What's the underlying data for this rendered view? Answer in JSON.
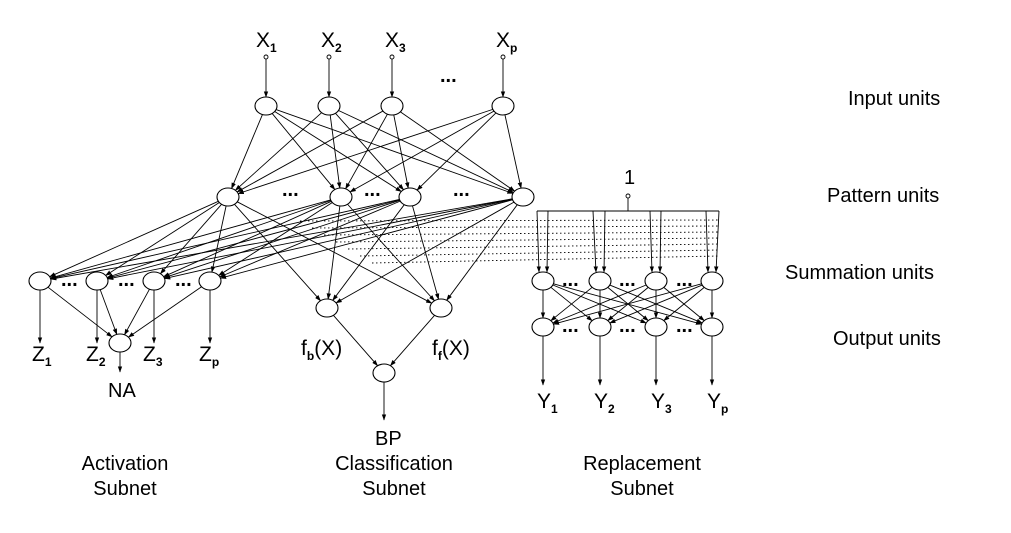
{
  "inputs": {
    "x": [
      {
        "base": "X",
        "sub": "1"
      },
      {
        "base": "X",
        "sub": "2"
      },
      {
        "base": "X",
        "sub": "3"
      },
      {
        "base": "X",
        "sub": "p"
      }
    ],
    "ellipsis": "..."
  },
  "layers": {
    "input": "Input units",
    "pattern": "Pattern units",
    "summation": "Summation units",
    "output": "Output units"
  },
  "activation": {
    "z": [
      {
        "base": "Z",
        "sub": "1"
      },
      {
        "base": "Z",
        "sub": "2"
      },
      {
        "base": "Z",
        "sub": "3"
      },
      {
        "base": "Z",
        "sub": "p"
      }
    ],
    "na": "NA",
    "title_line1": "Activation",
    "title_line2": "Subnet"
  },
  "classification": {
    "fb": {
      "base": "f",
      "sub": "b",
      "tail": "(X)"
    },
    "ff": {
      "base": "f",
      "sub": "f",
      "tail": "(X)"
    },
    "bp": "BP",
    "title_line1": "Classification",
    "title_line2": "Subnet"
  },
  "replacement": {
    "bias": "1",
    "y": [
      {
        "base": "Y",
        "sub": "1"
      },
      {
        "base": "Y",
        "sub": "2"
      },
      {
        "base": "Y",
        "sub": "3"
      },
      {
        "base": "Y",
        "sub": "p"
      }
    ],
    "title_line1": "Replacement",
    "title_line2": "Subnet"
  },
  "ellipsis": "..."
}
